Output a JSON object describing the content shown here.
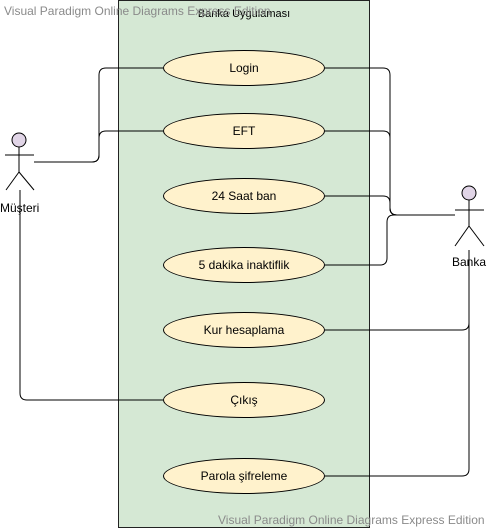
{
  "watermark": {
    "top": "Visual Paradigm Online Diagrams Express Edition",
    "bottom": "Visual Paradigm Online Diagrams Express Edition"
  },
  "system": {
    "title": "Banka Uygulaması"
  },
  "actors": {
    "customer": "Müşteri",
    "bank": "Banka"
  },
  "use_cases": {
    "login": "Login",
    "eft": "EFT",
    "ban24": "24 Saat ban",
    "inactivity": "5 dakika inaktiflik",
    "fx": "Kur hesaplama",
    "logout": "Çıkış",
    "encrypt": "Parola şifreleme"
  },
  "colors": {
    "system_fill": "#d5e8d4",
    "usecase_fill": "#fff2cc",
    "actor_fill": "#e1d5e7"
  }
}
